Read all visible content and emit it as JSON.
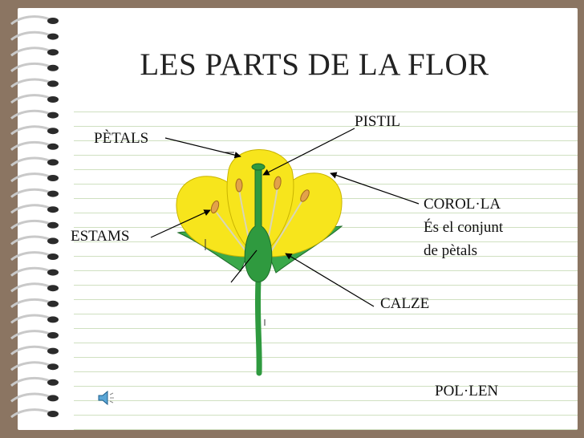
{
  "title": "LES PARTS DE LA FLOR",
  "labels": {
    "petals": "PÈTALS",
    "pistil": "PISTIL",
    "corolla": "COROL·LA",
    "corolla_desc_1": "És el conjunt",
    "corolla_desc_2": "de pètals",
    "stamens": "ESTAMS",
    "calyx": "CALZE",
    "pollen": "POL·LEN"
  },
  "colors": {
    "petal": "#f7e51c",
    "leaf": "#3aa84a",
    "stem": "#2f9a3f",
    "background": "#8b7562"
  },
  "icons": {
    "sound": "speaker-icon"
  }
}
